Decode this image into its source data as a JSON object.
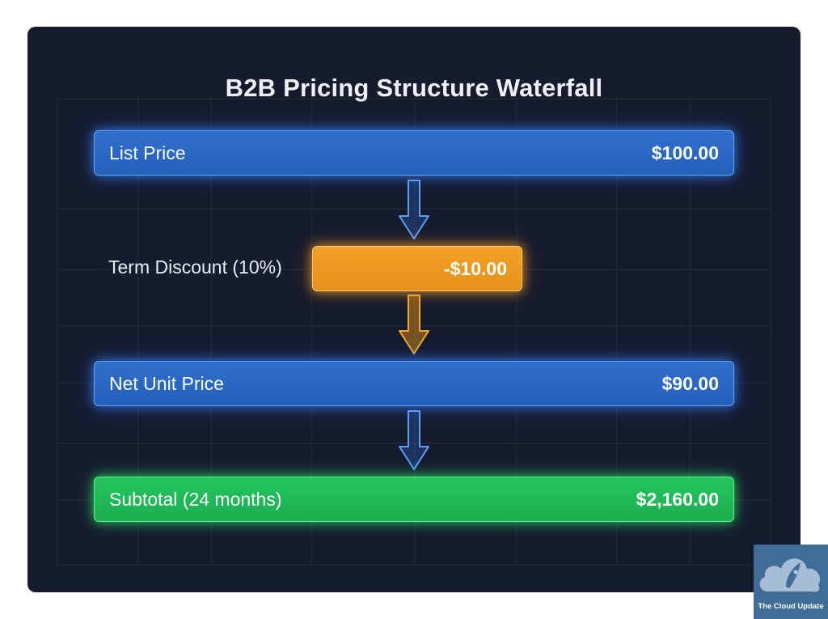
{
  "title": "B2B Pricing Structure Waterfall",
  "steps": [
    {
      "label": "List Price",
      "value": "$100.00",
      "color": "#2f6fcc"
    },
    {
      "label": "Term Discount (10%)",
      "value": "-$10.00",
      "color": "#f2a128"
    },
    {
      "label": "Net Unit Price",
      "value": "$90.00",
      "color": "#2f6fcc"
    },
    {
      "label": "Subtotal (24 months)",
      "value": "$2,160.00",
      "color": "#22c55e"
    }
  ],
  "arrows": [
    {
      "icon": "arrow-down-icon",
      "color": "#4f93f0"
    },
    {
      "icon": "arrow-down-icon",
      "color": "#f2a128"
    },
    {
      "icon": "arrow-down-icon",
      "color": "#4f93f0"
    }
  ],
  "watermark": {
    "text": "The Cloud Update",
    "icon": "cloud-rocket-icon"
  }
}
